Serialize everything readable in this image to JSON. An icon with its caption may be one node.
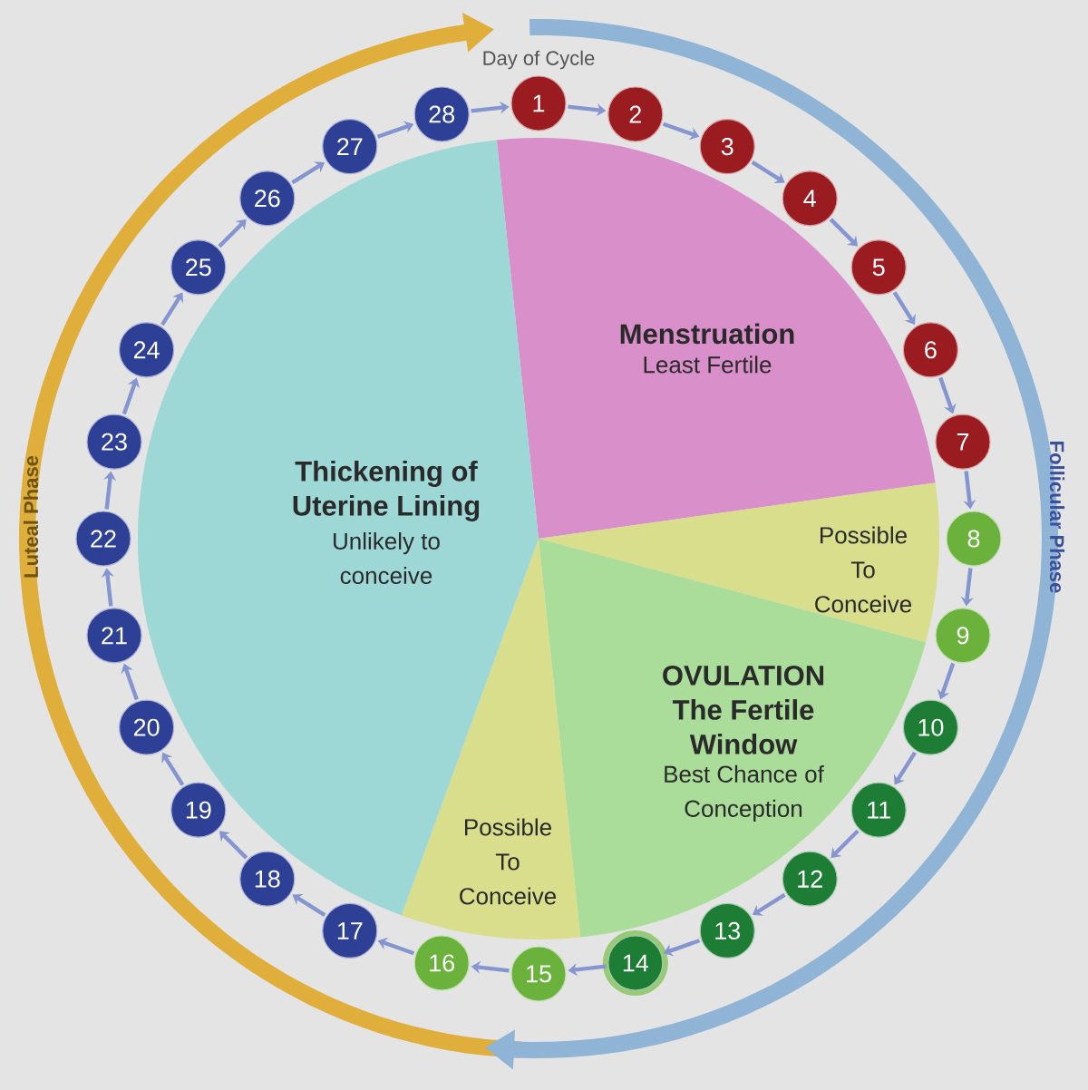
{
  "diagram": {
    "nodes": [
      {
        "text": [
          "Menstruation",
          "Least Fertile"
        ]
      },
      {
        "text": [
          "Possible To Conceive"
        ]
      },
      {
        "text": [
          "OVULATION The Fertile Window",
          "Best Chance of Conception"
        ]
      },
      {
        "text": [
          "Possible To Conceive"
        ]
      },
      {
        "text": [
          "Thickening of Uterine Lining",
          "Unlikely to conceive"
        ]
      },
      {
        "text": [
          "1"
        ]
      },
      {
        "text": [
          "2"
        ]
      },
      {
        "text": [
          "3"
        ]
      },
      {
        "text": [
          "4"
        ]
      },
      {
        "text": [
          "5"
        ]
      },
      {
        "text": [
          "6"
        ]
      },
      {
        "text": [
          "7"
        ]
      },
      {
        "text": [
          "8"
        ]
      },
      {
        "text": [
          "9"
        ]
      },
      {
        "text": [
          "10"
        ]
      },
      {
        "text": [
          "11"
        ]
      },
      {
        "text": [
          "12"
        ]
      },
      {
        "text": [
          "13"
        ]
      },
      {
        "text": [
          "14"
        ]
      },
      {
        "text": [
          "15"
        ]
      },
      {
        "text": [
          "16"
        ]
      },
      {
        "text": [
          "17"
        ]
      },
      {
        "text": [
          "18"
        ]
      },
      {
        "text": [
          "19"
        ]
      },
      {
        "text": [
          "20"
        ]
      },
      {
        "text": [
          "21"
        ]
      },
      {
        "text": [
          "22"
        ]
      },
      {
        "text": [
          "23"
        ]
      },
      {
        "text": [
          "24"
        ]
      },
      {
        "text": [
          "25"
        ]
      },
      {
        "text": [
          "26"
        ]
      },
      {
        "text": [
          "27"
        ]
      },
      {
        "text": [
          "28"
        ]
      }
    ],
    "edges": [
      {
        "from": 5,
        "to": 6,
        "arrow": "to"
      },
      {
        "from": 6,
        "to": 7,
        "arrow": "to"
      },
      {
        "from": 7,
        "to": 8,
        "arrow": "to"
      },
      {
        "from": 8,
        "to": 9,
        "arrow": "to"
      },
      {
        "from": 9,
        "to": 10,
        "arrow": "to"
      },
      {
        "from": 10,
        "to": 11,
        "arrow": "to"
      },
      {
        "from": 11,
        "to": 12,
        "arrow": "to"
      },
      {
        "from": 12,
        "to": 13,
        "arrow": "to"
      },
      {
        "from": 13,
        "to": 14,
        "arrow": "to"
      },
      {
        "from": 14,
        "to": 15,
        "arrow": "to"
      },
      {
        "from": 15,
        "to": 16,
        "arrow": "to"
      },
      {
        "from": 16,
        "to": 17,
        "arrow": "to"
      },
      {
        "from": 17,
        "to": 18,
        "arrow": "to"
      },
      {
        "from": 18,
        "to": 19,
        "arrow": "to"
      },
      {
        "from": 19,
        "to": 20,
        "arrow": "to"
      },
      {
        "from": 20,
        "to": 21,
        "arrow": "to"
      },
      {
        "from": 21,
        "to": 22,
        "arrow": "to"
      },
      {
        "from": 22,
        "to": 23,
        "arrow": "to"
      },
      {
        "from": 23,
        "to": 24,
        "arrow": "to"
      },
      {
        "from": 24,
        "to": 25,
        "arrow": "to"
      },
      {
        "from": 25,
        "to": 26,
        "arrow": "to"
      },
      {
        "from": 26,
        "to": 27,
        "arrow": "to"
      },
      {
        "from": 27,
        "to": 28,
        "arrow": "to"
      },
      {
        "from": 28,
        "to": 29,
        "arrow": "to"
      },
      {
        "from": 29,
        "to": 30,
        "arrow": "to"
      },
      {
        "from": 30,
        "to": 31,
        "arrow": "to"
      },
      {
        "from": 31,
        "to": 32,
        "arrow": "to"
      },
      {
        "from": 32,
        "to": 5,
        "arrow": "to"
      }
    ],
    "labels": [
      "Day of Cycle",
      "Follicular Phase",
      "Luteal Phase"
    ]
  }
}
